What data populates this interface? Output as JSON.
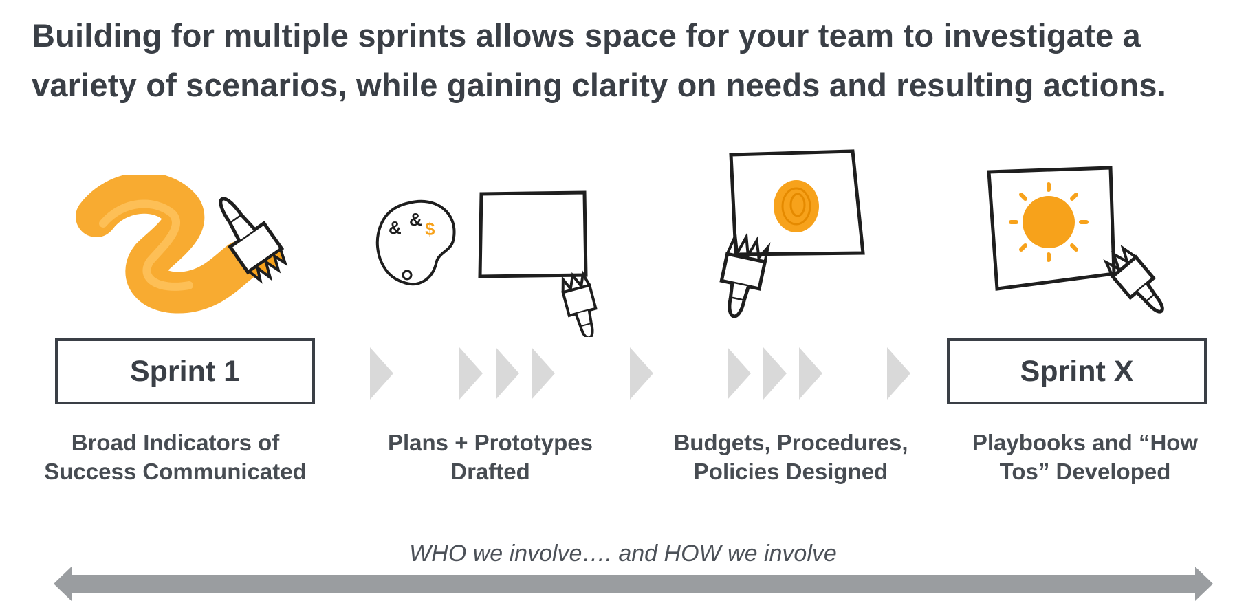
{
  "heading": {
    "line1": "Building for multiple sprints allows space for your team to investigate a",
    "line2": "variety of scenarios, while gaining clarity on needs and resulting actions."
  },
  "sprints": {
    "first": "Sprint 1",
    "last": "Sprint X"
  },
  "stages": [
    {
      "line1": "Broad Indicators of",
      "line2": "Success Communicated",
      "illustration": "paintbrush-stroke-icon"
    },
    {
      "line1": "Plans + Prototypes",
      "line2": "Drafted",
      "illustration": "palette-canvas-icon"
    },
    {
      "line1": "Budgets, Procedures,",
      "line2": "Policies Designed",
      "illustration": "canvas-scribble-icon"
    },
    {
      "line1": "Playbooks and “How",
      "line2": "Tos” Developed",
      "illustration": "canvas-sun-icon"
    }
  ],
  "axis": {
    "label": "WHO we involve…. and HOW we involve"
  },
  "colors": {
    "text": "#3a3f46",
    "accent_orange": "#f7a21b",
    "chevron_gray": "#d9d9d9",
    "arrow_gray": "#9a9da0",
    "ink": "#1e1e1e"
  }
}
